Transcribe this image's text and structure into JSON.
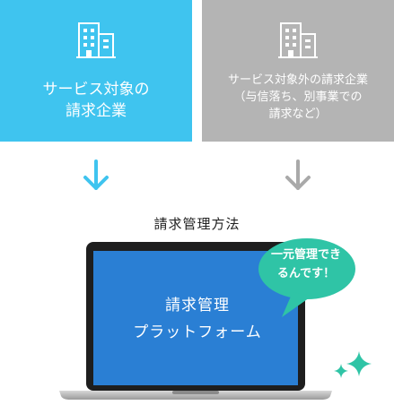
{
  "left_box": {
    "title": "サービス対象の\n請求企業",
    "icon": "building-icon",
    "color": "#3fc4ef"
  },
  "right_box": {
    "title": "サービス対象外の請求企業\n（与信落ち、別事業での\n請求など）",
    "icon": "building-icon",
    "color": "#b4b4b4"
  },
  "heading": "請求管理方法",
  "platform": {
    "label": "請求管理\nプラットフォーム",
    "screen_color": "#2a7fd4"
  },
  "bubble": {
    "text": "一元管理でき\nるんです！",
    "color": "#2fc4a6"
  },
  "sparkle_color": "#2fc4a6"
}
